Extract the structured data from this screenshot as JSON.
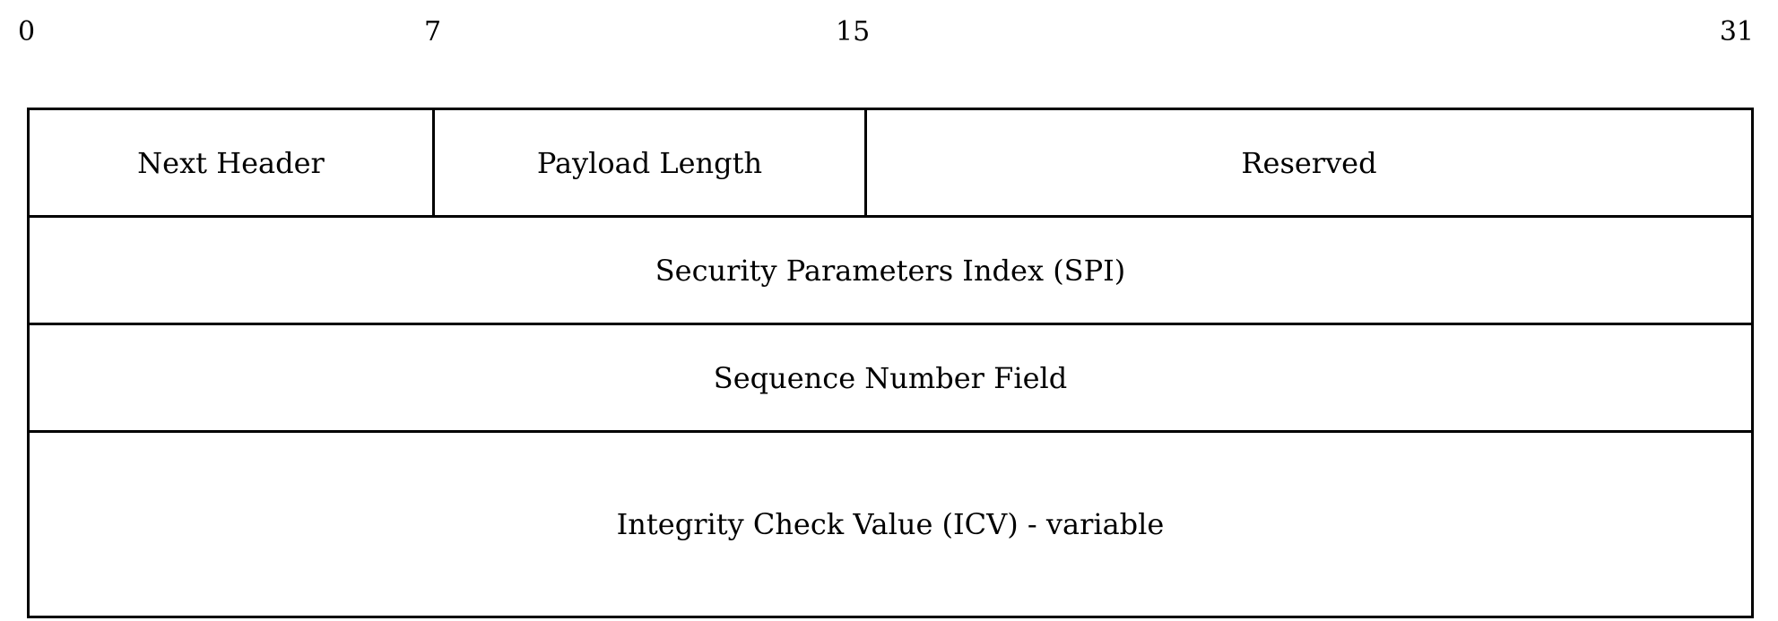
{
  "bit_positions": [
    "0",
    "7",
    "15",
    "31"
  ],
  "fields": {
    "next_header": "Next Header",
    "payload_length": "Payload Length",
    "reserved": "Reserved",
    "spi": "Security Parameters Index (SPI)",
    "sequence_number": "Sequence Number Field",
    "icv": "Integrity Check Value (ICV) - variable"
  }
}
